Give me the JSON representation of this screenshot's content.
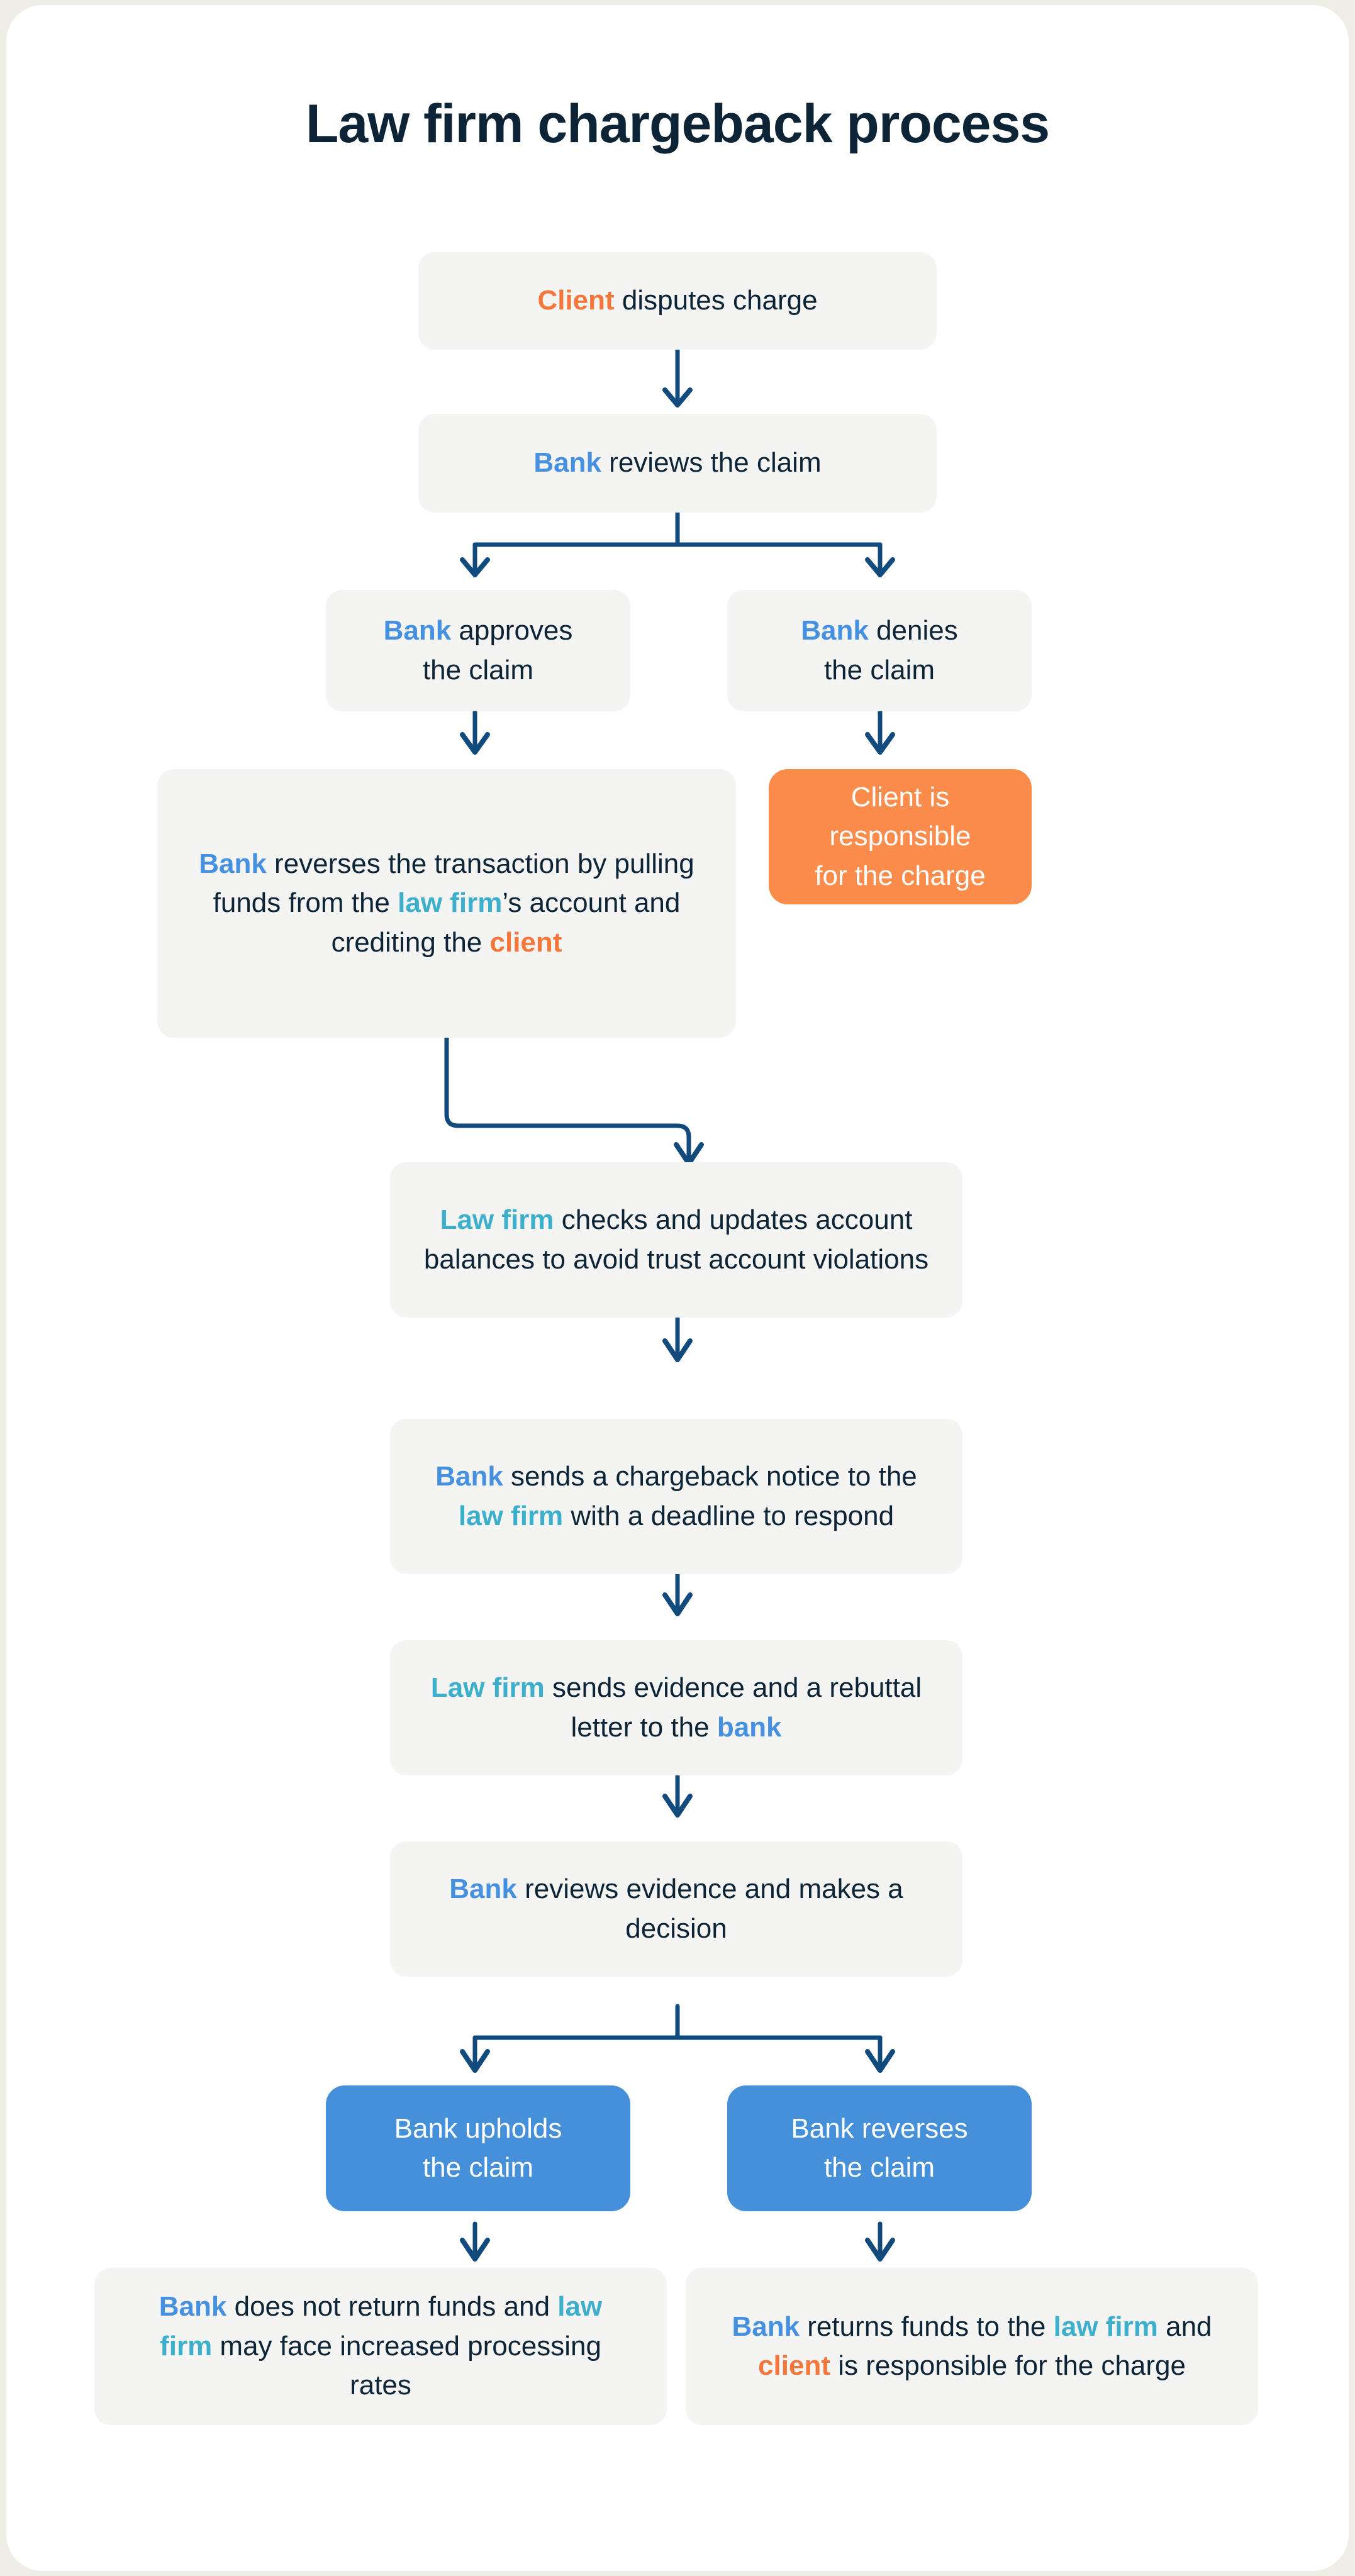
{
  "theme": {
    "page_background": "#EFEEE6",
    "card_background": "#FFFFFF",
    "node_background": "#F4F4F2",
    "title_color": "#0D2436",
    "body_text_color": "#0D2436",
    "accent_bank": "#4590E0",
    "accent_law_firm": "#3BAFCC",
    "accent_client": "#F4763A",
    "highlight_orange_box": "#FB8C4B",
    "highlight_blue_box": "#4590D9",
    "connector_color": "#114A7D"
  },
  "header": {
    "title": "Law firm chargeback process"
  },
  "chart_data": {
    "type": "diagram",
    "title": "Law firm chargeback process",
    "diagram_kind": "flowchart",
    "direction": "top-to-bottom",
    "legend_actors": [
      "Client",
      "Bank",
      "Law firm"
    ],
    "nodes": [
      {
        "id": "n1",
        "style": "neutral",
        "text": "Client disputes charge",
        "segments": [
          {
            "t": "Client",
            "c": "client"
          },
          {
            "t": " disputes charge",
            "c": "plain"
          }
        ]
      },
      {
        "id": "n2",
        "style": "neutral",
        "text": "Bank reviews the claim",
        "segments": [
          {
            "t": "Bank",
            "c": "bank"
          },
          {
            "t": " reviews the claim",
            "c": "plain"
          }
        ]
      },
      {
        "id": "n3",
        "style": "neutral",
        "text": "Bank approves the claim",
        "segments": [
          {
            "t": "Bank",
            "c": "bank"
          },
          {
            "t": " approves",
            "c": "plain"
          },
          {
            "t": "\n",
            "c": "br"
          },
          {
            "t": "the claim",
            "c": "plain"
          }
        ]
      },
      {
        "id": "n4",
        "style": "neutral",
        "text": "Bank denies the claim",
        "segments": [
          {
            "t": "Bank",
            "c": "bank"
          },
          {
            "t": " denies",
            "c": "plain"
          },
          {
            "t": "\n",
            "c": "br"
          },
          {
            "t": "the claim",
            "c": "plain"
          }
        ]
      },
      {
        "id": "n5",
        "style": "neutral",
        "text": "Bank reverses the transaction by pulling funds from the law firm's account and crediting the client",
        "segments": [
          {
            "t": "Bank",
            "c": "bank"
          },
          {
            "t": " reverses the transaction by pulling funds from the ",
            "c": "plain"
          },
          {
            "t": "law firm",
            "c": "lawfirm"
          },
          {
            "t": "’s account and crediting the ",
            "c": "plain"
          },
          {
            "t": "client",
            "c": "client"
          }
        ]
      },
      {
        "id": "n6",
        "style": "orange",
        "text": "Client is responsible for the charge",
        "segments": [
          {
            "t": "Client",
            "c": "plain"
          },
          {
            "t": " is responsible",
            "c": "plain-light"
          },
          {
            "t": "\n",
            "c": "br"
          },
          {
            "t": "for the charge",
            "c": "plain-light"
          }
        ]
      },
      {
        "id": "n7",
        "style": "neutral",
        "text": "Law firm checks and updates account balances to avoid trust account violations",
        "segments": [
          {
            "t": "Law firm",
            "c": "lawfirm"
          },
          {
            "t": " checks and updates account balances to avoid trust account violations",
            "c": "plain"
          }
        ]
      },
      {
        "id": "n8",
        "style": "neutral",
        "text": "Bank sends a chargeback notice to the law firm with a deadline to respond",
        "segments": [
          {
            "t": "Bank",
            "c": "bank"
          },
          {
            "t": " sends a chargeback notice to the ",
            "c": "plain"
          },
          {
            "t": "law firm",
            "c": "lawfirm"
          },
          {
            "t": " with a deadline to respond",
            "c": "plain"
          }
        ]
      },
      {
        "id": "n9",
        "style": "neutral",
        "text": "Law firm sends evidence and a rebuttal letter to the bank",
        "segments": [
          {
            "t": "Law firm",
            "c": "lawfirm"
          },
          {
            "t": " sends evidence and a rebuttal letter to the ",
            "c": "plain"
          },
          {
            "t": "bank",
            "c": "bank"
          }
        ]
      },
      {
        "id": "n10",
        "style": "neutral",
        "text": "Bank reviews evidence and makes a decision",
        "segments": [
          {
            "t": "Bank",
            "c": "bank"
          },
          {
            "t": " reviews evidence and makes a decision",
            "c": "plain"
          }
        ]
      },
      {
        "id": "n11",
        "style": "blue",
        "text": "Bank upholds the claim",
        "segments": [
          {
            "t": "Bank upholds",
            "c": "plain-light"
          },
          {
            "t": "\n",
            "c": "br"
          },
          {
            "t": "the claim",
            "c": "plain-light"
          }
        ]
      },
      {
        "id": "n12",
        "style": "blue",
        "text": "Bank reverses the claim",
        "segments": [
          {
            "t": "Bank reverses",
            "c": "plain-light"
          },
          {
            "t": "\n",
            "c": "br"
          },
          {
            "t": "the claim",
            "c": "plain-light"
          }
        ]
      },
      {
        "id": "n13",
        "style": "neutral",
        "text": "Bank does not return funds and law firm may face increased processing rates",
        "segments": [
          {
            "t": "Bank",
            "c": "bank"
          },
          {
            "t": " does not return funds and ",
            "c": "plain"
          },
          {
            "t": "law firm",
            "c": "lawfirm"
          },
          {
            "t": " may face increased processing rates",
            "c": "plain"
          }
        ]
      },
      {
        "id": "n14",
        "style": "neutral",
        "text": "Bank returns funds to the law firm and client is responsible for the charge",
        "segments": [
          {
            "t": "Bank",
            "c": "bank"
          },
          {
            "t": " returns funds to the ",
            "c": "plain"
          },
          {
            "t": "law firm",
            "c": "lawfirm"
          },
          {
            "t": " and ",
            "c": "plain"
          },
          {
            "t": "client",
            "c": "client"
          },
          {
            "t": " is responsible for the charge",
            "c": "plain"
          }
        ]
      }
    ],
    "edges": [
      {
        "from": "n1",
        "to": "n2",
        "kind": "straight-arrow"
      },
      {
        "from": "n2",
        "to": "n3",
        "kind": "split-left-arrow"
      },
      {
        "from": "n2",
        "to": "n4",
        "kind": "split-right-arrow"
      },
      {
        "from": "n3",
        "to": "n5",
        "kind": "straight-arrow"
      },
      {
        "from": "n4",
        "to": "n6",
        "kind": "straight-arrow"
      },
      {
        "from": "n5",
        "to": "n7",
        "kind": "elbow-arrow"
      },
      {
        "from": "n7",
        "to": "n8",
        "kind": "straight-arrow"
      },
      {
        "from": "n8",
        "to": "n9",
        "kind": "straight-arrow"
      },
      {
        "from": "n9",
        "to": "n10",
        "kind": "straight-arrow"
      },
      {
        "from": "n10",
        "to": "n11",
        "kind": "split-left-arrow"
      },
      {
        "from": "n10",
        "to": "n12",
        "kind": "split-right-arrow"
      },
      {
        "from": "n11",
        "to": "n13",
        "kind": "straight-arrow"
      },
      {
        "from": "n12",
        "to": "n14",
        "kind": "straight-arrow"
      }
    ]
  }
}
